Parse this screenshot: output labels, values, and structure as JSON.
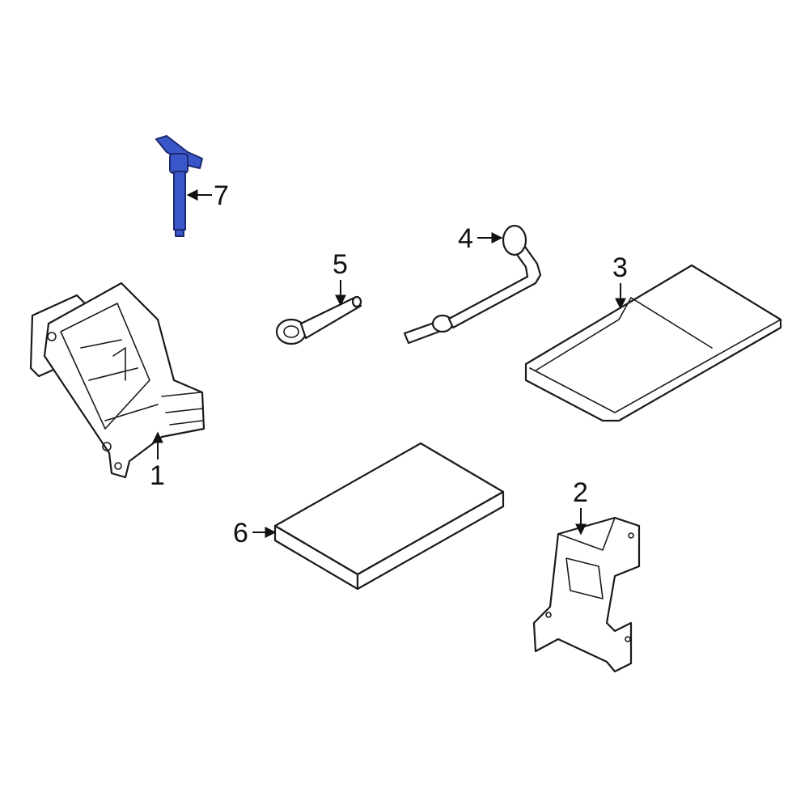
{
  "callouts": [
    {
      "num": "1",
      "part": "jack"
    },
    {
      "num": "2",
      "part": "bracket"
    },
    {
      "num": "3",
      "part": "tool-bag"
    },
    {
      "num": "4",
      "part": "jack-handle"
    },
    {
      "num": "5",
      "part": "tow-hook"
    },
    {
      "num": "6",
      "part": "pad"
    },
    {
      "num": "7",
      "part": "wing-bolt"
    }
  ],
  "colors": {
    "highlight": "#3a56c8",
    "line": "#1a1a1a",
    "background": "#ffffff"
  },
  "highlighted_part": "7"
}
